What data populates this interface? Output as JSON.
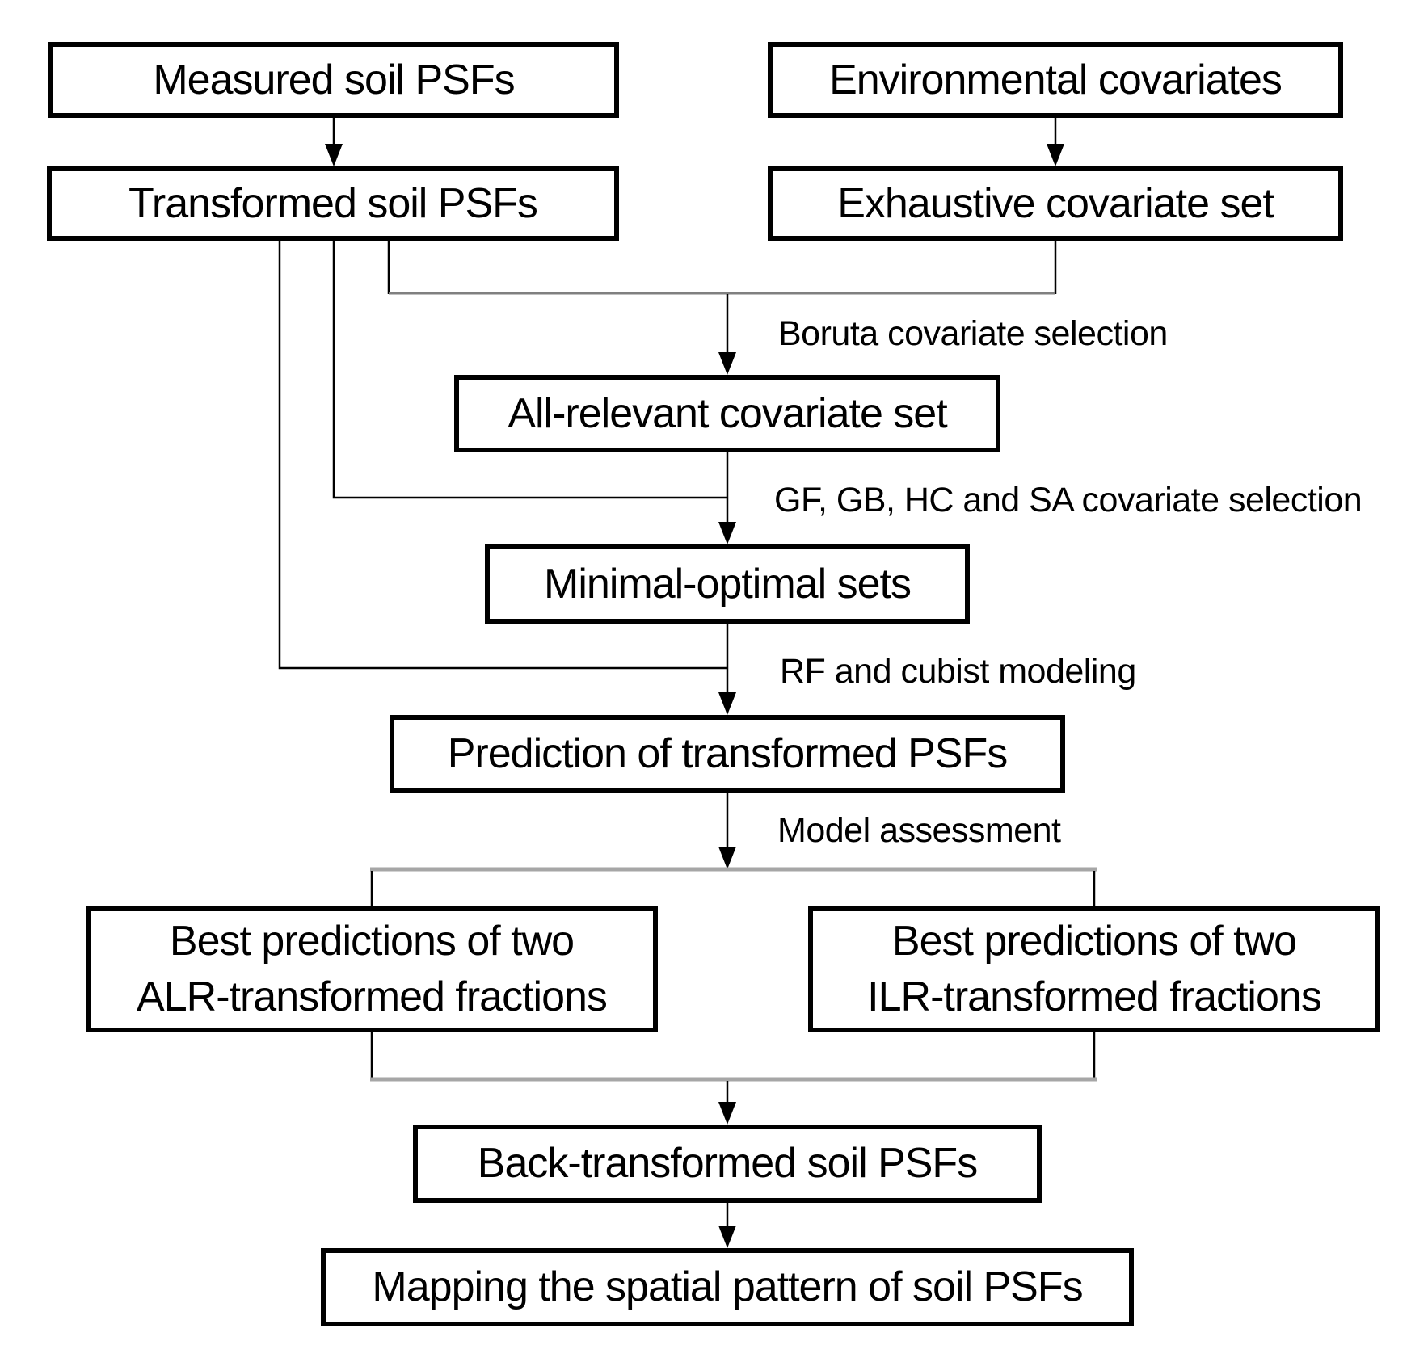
{
  "diagram": {
    "boxes": {
      "measured": {
        "label": "Measured soil PSFs"
      },
      "environmental": {
        "label": "Environmental covariates"
      },
      "transformed": {
        "label": "Transformed soil PSFs"
      },
      "exhaustive": {
        "label": "Exhaustive covariate set"
      },
      "all_relevant": {
        "label": "All-relevant covariate set"
      },
      "minimal_optimal": {
        "label": "Minimal-optimal sets"
      },
      "prediction": {
        "label": "Prediction of transformed PSFs"
      },
      "best_alr": {
        "line1": "Best predictions of two",
        "line2": "ALR-transformed fractions"
      },
      "best_ilr": {
        "line1": "Best predictions of two",
        "line2": "ILR-transformed fractions"
      },
      "back_transformed": {
        "label": "Back-transformed soil PSFs"
      },
      "mapping": {
        "label": "Mapping the spatial pattern of soil PSFs"
      }
    },
    "edge_labels": {
      "boruta": "Boruta covariate selection",
      "gf_gb": "GF, GB, HC and SA covariate selection",
      "rf_cubist": "RF and cubist modeling",
      "model_assessment": "Model assessment"
    },
    "colors": {
      "box_border": "#000000",
      "box_fill": "#ffffff",
      "text": "#000000",
      "connector_black": "#000000",
      "connector_gray": "#808080",
      "split_bar_gray": "#a6a6a6"
    }
  }
}
